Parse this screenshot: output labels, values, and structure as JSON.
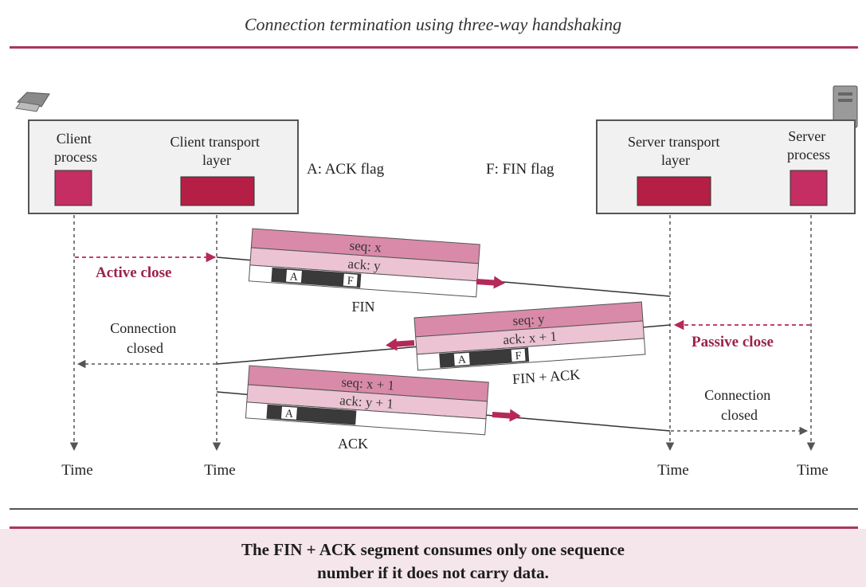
{
  "title": "Connection termination using three-way handshaking",
  "client_process_label": "Client process",
  "client_process_lines": [
    "Client",
    "process"
  ],
  "client_transport_lines": [
    "Client transport",
    "layer"
  ],
  "server_transport_lines": [
    "Server transport",
    "layer"
  ],
  "server_process_lines": [
    "Server",
    "process"
  ],
  "legend_ack": "A: ACK flag",
  "legend_fin": "F: FIN flag",
  "time_label": "Time",
  "active_close": "Active close",
  "passive_close": "Passive close",
  "connection_closed_lines": [
    "Connection",
    "closed"
  ],
  "segments": [
    {
      "seq": "seq: x",
      "ack": "ack: y",
      "flags": [
        "A",
        "F"
      ],
      "name": "FIN"
    },
    {
      "seq": "seq: y",
      "ack": "ack: x + 1",
      "flags": [
        "A",
        "F"
      ],
      "name": "FIN + ACK"
    },
    {
      "seq": "seq: x + 1",
      "ack": "ack: y + 1",
      "flags": [
        "A"
      ],
      "name": "ACK"
    }
  ],
  "note_lines": [
    "The FIN + ACK segment consumes only one sequence",
    "number if it does not carry data."
  ],
  "colors": {
    "accent": "#b5285a",
    "light_pink": "#d98aa8",
    "pale_pink": "#ecc3d3",
    "dark": "#333333",
    "rule": "#a8385b",
    "note_bg": "#f4e6ea"
  }
}
